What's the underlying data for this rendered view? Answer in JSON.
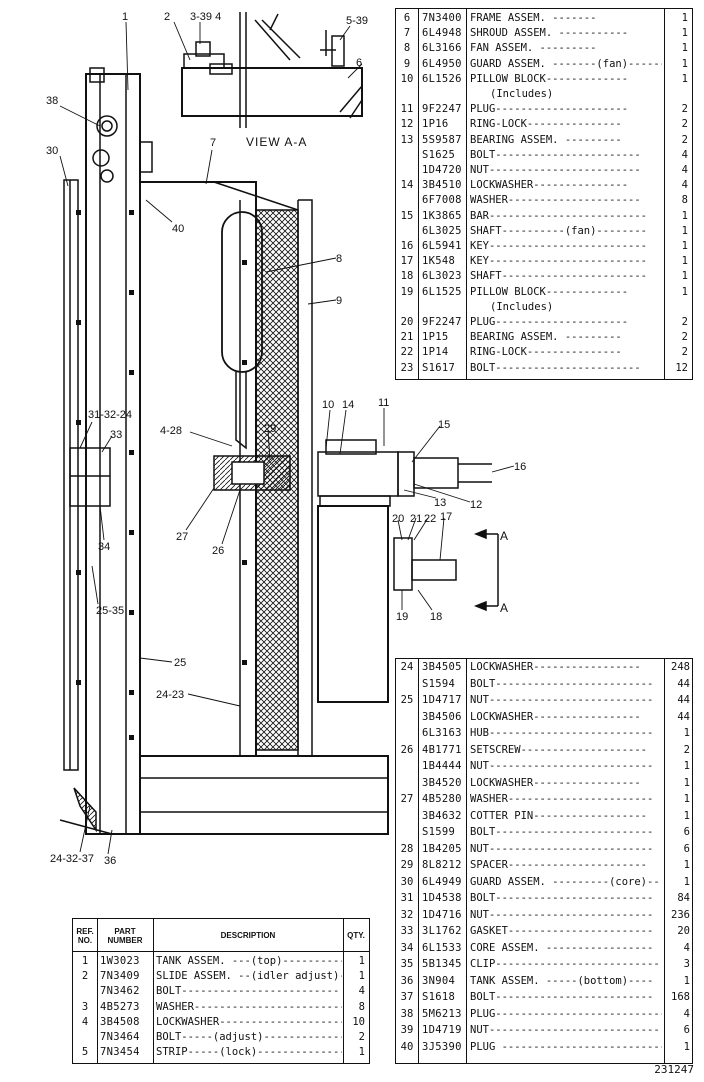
{
  "drawing_number": "231247",
  "view_label": "VIEW A-A",
  "arrow_labels": [
    "A",
    "A"
  ],
  "callouts": {
    "c1": "1",
    "c2": "2",
    "c3": "3-39 4",
    "c5": "5-39",
    "c6": "6",
    "c7": "7",
    "c38": "38",
    "c30": "30",
    "c40": "40",
    "c8": "8",
    "c9": "9",
    "c10": "10",
    "c14": "14",
    "c11": "11",
    "c15": "15",
    "c16": "16",
    "c12": "12",
    "c13": "13",
    "c428": "4-28",
    "c29": "29",
    "c313224": "31-32-24",
    "c33": "33",
    "c34": "34",
    "c27": "27",
    "c26": "26",
    "c20": "20",
    "c21": "21",
    "c22": "22",
    "c17": "17",
    "c19": "19",
    "c18": "18",
    "c2535": "25-35",
    "c25": "25",
    "c2423": "24-23",
    "c243237": "24-32-37",
    "c36": "36"
  },
  "headers": {
    "ref": [
      "REF.",
      "NO."
    ],
    "part": [
      "PART",
      "NUMBER"
    ],
    "desc": "DESCRIPTION",
    "qty": "QTY."
  },
  "table_bottom_left": [
    {
      "ref": "1",
      "part": "1W3023",
      "desc": "TANK ASSEM. ---(top)----------",
      "qty": "1"
    },
    {
      "ref": "2",
      "part": "7N3409",
      "desc": "SLIDE ASSEM. --(idler adjust)-----",
      "qty": "1"
    },
    {
      "ref": "",
      "part": "7N3462",
      "desc": "BOLT-------------------------",
      "qty": "4"
    },
    {
      "ref": "3",
      "part": "4B5273",
      "desc": "WASHER------------------------",
      "qty": "8"
    },
    {
      "ref": "4",
      "part": "3B4508",
      "desc": "LOCKWASHER------------------------",
      "qty": "10"
    },
    {
      "ref": "",
      "part": "7N3464",
      "desc": "BOLT-----(adjust)----------------",
      "qty": "2"
    },
    {
      "ref": "5",
      "part": "7N3454",
      "desc": "STRIP-----(lock)-----------------",
      "qty": "1"
    }
  ],
  "table_top_right": [
    {
      "ref": "6",
      "part": "7N3400",
      "desc": "FRAME ASSEM. -------",
      "qty": "1"
    },
    {
      "ref": "7",
      "part": "6L4948",
      "desc": "SHROUD ASSEM. -----------",
      "qty": "1"
    },
    {
      "ref": "8",
      "part": "6L3166",
      "desc": "FAN ASSEM. ---------",
      "qty": "1"
    },
    {
      "ref": "9",
      "part": "6L4950",
      "desc": "GUARD ASSEM. -------(fan)------",
      "qty": "1"
    },
    {
      "ref": "10",
      "part": "6L1526",
      "desc": "PILLOW BLOCK-------------",
      "qty": "1"
    },
    {
      "ref": "",
      "part": "",
      "desc": "(Includes)",
      "qty": ""
    },
    {
      "ref": "11",
      "part": "9F2247",
      "desc": "PLUG---------------------",
      "qty": "2"
    },
    {
      "ref": "12",
      "part": "1P16",
      "desc": "RING-LOCK---------------",
      "qty": "2"
    },
    {
      "ref": "13",
      "part": "5S9587",
      "desc": "BEARING ASSEM. ---------",
      "qty": "2"
    },
    {
      "ref": "",
      "part": "S1625",
      "desc": "BOLT-----------------------",
      "qty": "4"
    },
    {
      "ref": "",
      "part": "1D4720",
      "desc": "NUT------------------------",
      "qty": "4"
    },
    {
      "ref": "14",
      "part": "3B4510",
      "desc": "LOCKWASHER---------------",
      "qty": "4"
    },
    {
      "ref": "",
      "part": "6F7008",
      "desc": "WASHER---------------------",
      "qty": "8"
    },
    {
      "ref": "15",
      "part": "1K3865",
      "desc": "BAR-------------------------",
      "qty": "1"
    },
    {
      "ref": "",
      "part": "6L3025",
      "desc": "SHAFT----------(fan)--------",
      "qty": "1"
    },
    {
      "ref": "16",
      "part": "6L5941",
      "desc": "KEY-------------------------",
      "qty": "1"
    },
    {
      "ref": "17",
      "part": "1K548",
      "desc": "KEY-------------------------",
      "qty": "1"
    },
    {
      "ref": "18",
      "part": "6L3023",
      "desc": "SHAFT-----------------------",
      "qty": "1"
    },
    {
      "ref": "19",
      "part": "6L1525",
      "desc": "PILLOW BLOCK-------------",
      "qty": "1"
    },
    {
      "ref": "",
      "part": "",
      "desc": "(Includes)",
      "qty": ""
    },
    {
      "ref": "20",
      "part": "9F2247",
      "desc": "PLUG---------------------",
      "qty": "2"
    },
    {
      "ref": "21",
      "part": "1P15",
      "desc": "BEARING ASSEM. ---------",
      "qty": "2"
    },
    {
      "ref": "22",
      "part": "1P14",
      "desc": "RING-LOCK---------------",
      "qty": "2"
    },
    {
      "ref": "23",
      "part": "S1617",
      "desc": "BOLT-----------------------",
      "qty": "12"
    }
  ],
  "table_bottom_right": [
    {
      "ref": "24",
      "part": "3B4505",
      "desc": "LOCKWASHER-----------------",
      "qty": "248"
    },
    {
      "ref": "",
      "part": "S1594",
      "desc": "BOLT-------------------------",
      "qty": "44"
    },
    {
      "ref": "25",
      "part": "1D4717",
      "desc": "NUT--------------------------",
      "qty": "44"
    },
    {
      "ref": "",
      "part": "3B4506",
      "desc": "LOCKWASHER-----------------",
      "qty": "44"
    },
    {
      "ref": "",
      "part": "6L3163",
      "desc": "HUB--------------------------",
      "qty": "1"
    },
    {
      "ref": "26",
      "part": "4B1771",
      "desc": "SETSCREW--------------------",
      "qty": "2"
    },
    {
      "ref": "",
      "part": "1B4444",
      "desc": "NUT--------------------------",
      "qty": "1"
    },
    {
      "ref": "",
      "part": "3B4520",
      "desc": "LOCKWASHER-----------------",
      "qty": "1"
    },
    {
      "ref": "27",
      "part": "4B5280",
      "desc": "WASHER-----------------------",
      "qty": "1"
    },
    {
      "ref": "",
      "part": "3B4632",
      "desc": "COTTER PIN------------------",
      "qty": "1"
    },
    {
      "ref": "",
      "part": "S1599",
      "desc": "BOLT-------------------------",
      "qty": "6"
    },
    {
      "ref": "28",
      "part": "1B4205",
      "desc": "NUT--------------------------",
      "qty": "6"
    },
    {
      "ref": "29",
      "part": "8L8212",
      "desc": "SPACER----------------------",
      "qty": "1"
    },
    {
      "ref": "30",
      "part": "6L4949",
      "desc": "GUARD ASSEM. ---------(core)--",
      "qty": "1"
    },
    {
      "ref": "31",
      "part": "1D4538",
      "desc": "BOLT-------------------------",
      "qty": "84"
    },
    {
      "ref": "32",
      "part": "1D4716",
      "desc": "NUT--------------------------",
      "qty": "236"
    },
    {
      "ref": "33",
      "part": "3L1762",
      "desc": "GASKET-----------------------",
      "qty": "20"
    },
    {
      "ref": "34",
      "part": "6L1533",
      "desc": "CORE ASSEM. -----------------",
      "qty": "4"
    },
    {
      "ref": "35",
      "part": "5B1345",
      "desc": "CLIP--------------------------",
      "qty": "3"
    },
    {
      "ref": "36",
      "part": "3N904",
      "desc": "TANK ASSEM. -----(bottom)----",
      "qty": "1"
    },
    {
      "ref": "37",
      "part": "S1618",
      "desc": "BOLT-------------------------",
      "qty": "168"
    },
    {
      "ref": "38",
      "part": "5M6213",
      "desc": "PLUG---------------------------",
      "qty": "4"
    },
    {
      "ref": "39",
      "part": "1D4719",
      "desc": "NUT---------------------------",
      "qty": "6"
    },
    {
      "ref": "40",
      "part": "3J5390",
      "desc": "PLUG --------------------------",
      "qty": "1"
    }
  ]
}
